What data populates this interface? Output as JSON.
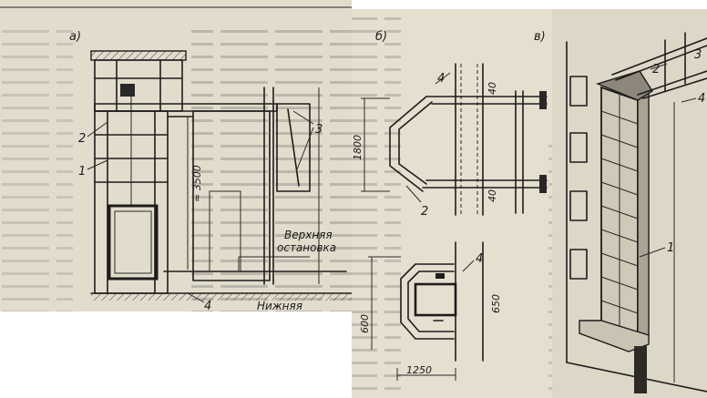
{
  "panels": {
    "a": {
      "letter": "а)",
      "callouts": {
        "n1": "1",
        "n2": "2",
        "n3": "3",
        "n4": "4"
      },
      "dimension": "≈ 3500",
      "upper_stop": {
        "line1": "Верхняя",
        "line2": "остановка"
      },
      "lower_stop": "Нижняя"
    },
    "b": {
      "letter": "б)",
      "callouts": {
        "n2": "2",
        "n4_top": "4",
        "n4_bottom": "4"
      },
      "dims": {
        "d1800": "1800",
        "d40_top": "40",
        "d40_bottom": "40",
        "d600": "600",
        "d650": "650",
        "d1250": "1250"
      }
    },
    "c": {
      "letter": "в)",
      "callouts": {
        "n1": "1",
        "n2": "2",
        "n3": "3",
        "n4": "4"
      }
    }
  },
  "colors": {
    "paper": "#e2dccd",
    "ink": "#1e1c1a",
    "print": "#9d9a92"
  }
}
